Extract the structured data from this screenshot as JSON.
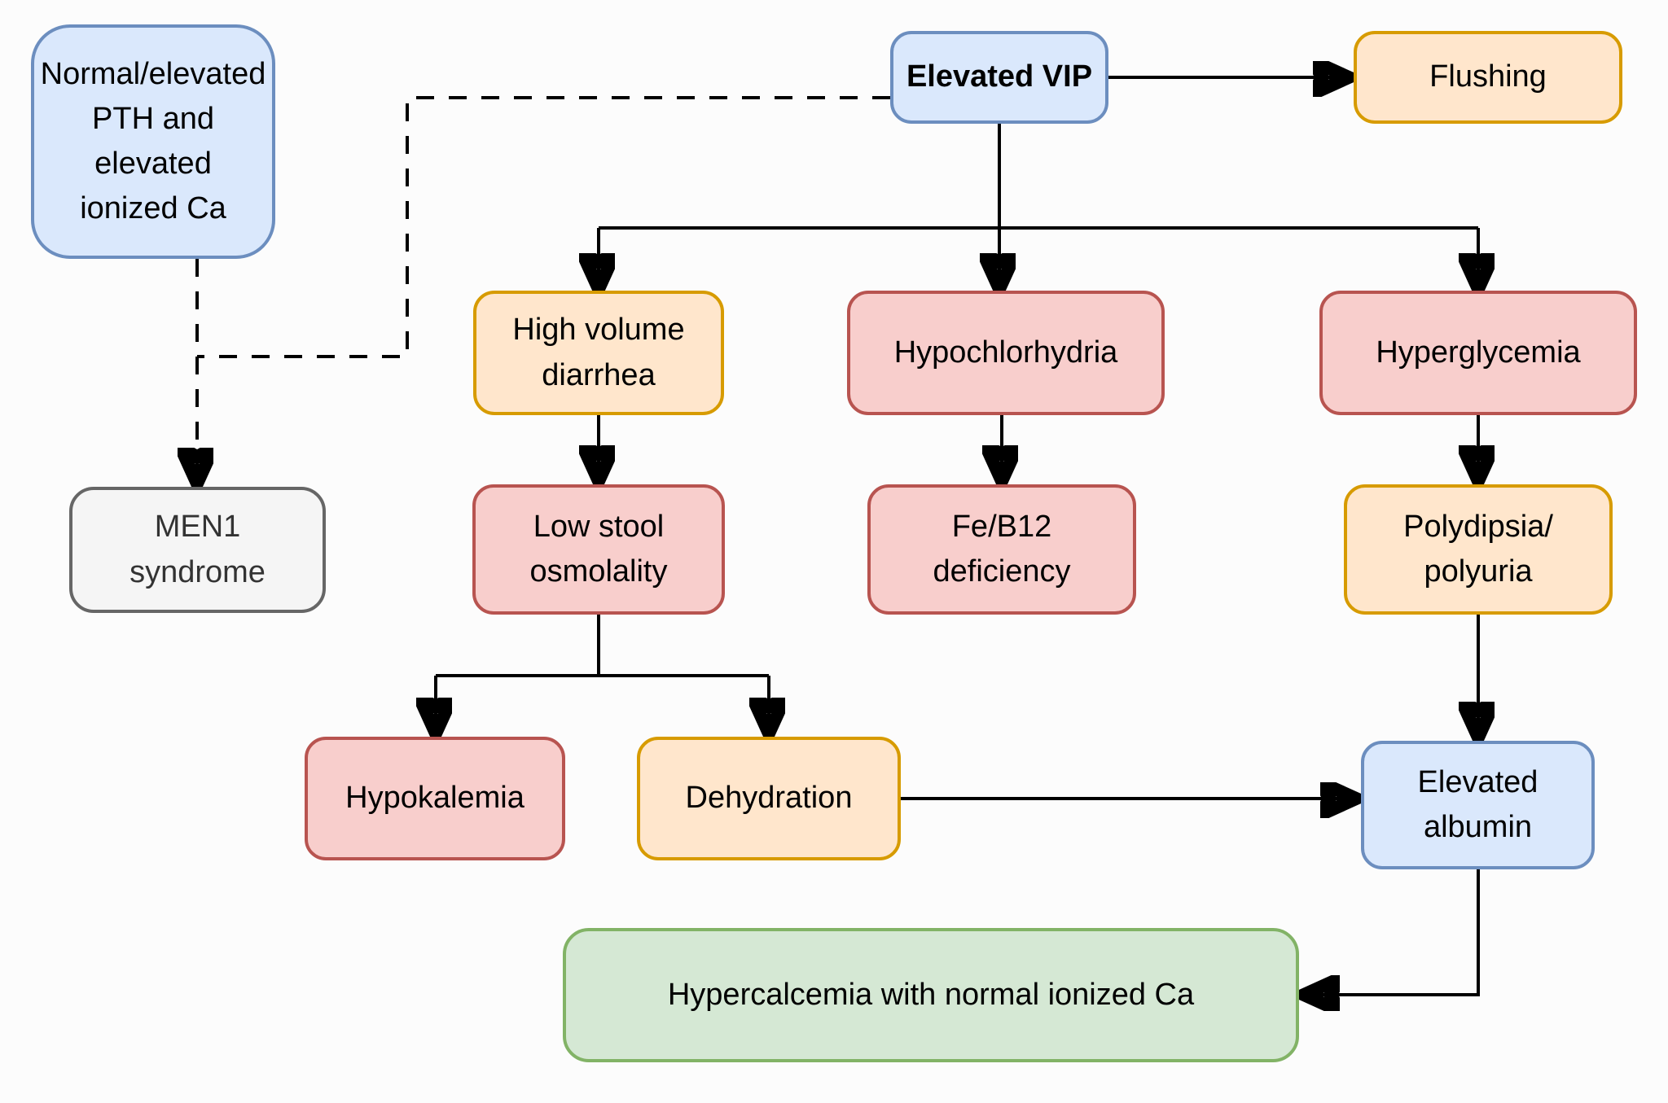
{
  "diagram": {
    "type": "flowchart",
    "topic": "Elevated VIP workup",
    "background": "#fcfcfc",
    "nodes": {
      "pth": {
        "label": "Normal/elevated\nPTH and\nelevated\nionized Ca",
        "color": "blue"
      },
      "vip": {
        "label": "Elevated VIP",
        "color": "blue",
        "bold": true
      },
      "flushing": {
        "label": "Flushing",
        "color": "orange"
      },
      "high_volume_diarrhea": {
        "label": "High volume\ndiarrhea",
        "color": "orange"
      },
      "hypochlorhydria": {
        "label": "Hypochlorhydria",
        "color": "red"
      },
      "hyperglycemia": {
        "label": "Hyperglycemia",
        "color": "red"
      },
      "men1_syndrome": {
        "label": "MEN1\nsyndrome",
        "color": "gray"
      },
      "low_stool_osmolality": {
        "label": "Low stool\nosmolality",
        "color": "red"
      },
      "fe_b12_deficiency": {
        "label": "Fe/B12\ndeficiency",
        "color": "red"
      },
      "polydipsia_polyuria": {
        "label": "Polydipsia/\npolyuria",
        "color": "orange"
      },
      "hypokalemia": {
        "label": "Hypokalemia",
        "color": "red"
      },
      "dehydration": {
        "label": "Dehydration",
        "color": "orange"
      },
      "elevated_albumin": {
        "label": "Elevated\nalbumin",
        "color": "blue"
      },
      "hypercalcemia": {
        "label": "Hypercalcemia with normal ionized Ca",
        "color": "green"
      }
    },
    "edges": [
      {
        "from": "Elevated VIP",
        "to": "Flushing",
        "style": "solid",
        "arrow": true
      },
      {
        "from": "Elevated VIP",
        "to": "High volume diarrhea",
        "style": "solid",
        "arrow": true
      },
      {
        "from": "Elevated VIP",
        "to": "Hypochlorhydria",
        "style": "solid",
        "arrow": true
      },
      {
        "from": "Elevated VIP",
        "to": "Hyperglycemia",
        "style": "solid",
        "arrow": true
      },
      {
        "from": "Elevated VIP",
        "to": "Normal/elevated PTH and elevated ionized Ca",
        "style": "dashed",
        "arrow": false
      },
      {
        "from": "Normal/elevated PTH and elevated ionized Ca",
        "to": "MEN1 syndrome",
        "style": "dashed",
        "arrow": true
      },
      {
        "from": "High volume diarrhea",
        "to": "Low stool osmolality",
        "style": "solid",
        "arrow": true
      },
      {
        "from": "Hypochlorhydria",
        "to": "Fe/B12 deficiency",
        "style": "solid",
        "arrow": true
      },
      {
        "from": "Hyperglycemia",
        "to": "Polydipsia/polyuria",
        "style": "solid",
        "arrow": true
      },
      {
        "from": "Low stool osmolality",
        "to": "Hypokalemia",
        "style": "solid",
        "arrow": true
      },
      {
        "from": "Low stool osmolality",
        "to": "Dehydration",
        "style": "solid",
        "arrow": true
      },
      {
        "from": "Polydipsia/polyuria",
        "to": "Elevated albumin",
        "style": "solid",
        "arrow": true
      },
      {
        "from": "Dehydration",
        "to": "Elevated albumin",
        "style": "solid",
        "arrow": true
      },
      {
        "from": "Elevated albumin",
        "to": "Hypercalcemia with normal ionized Ca",
        "style": "solid",
        "arrow": true
      }
    ],
    "palette": {
      "blue": {
        "fill": "#dae8fc",
        "stroke": "#6c8ebf"
      },
      "orange": {
        "fill": "#ffe6cc",
        "stroke": "#d79b00"
      },
      "red": {
        "fill": "#f8cecc",
        "stroke": "#b85450"
      },
      "green": {
        "fill": "#d5e8d4",
        "stroke": "#82b366"
      },
      "gray": {
        "fill": "#f5f5f5",
        "stroke": "#666666",
        "text": "#333333"
      },
      "connector": "#000000",
      "text": "#000000"
    }
  }
}
